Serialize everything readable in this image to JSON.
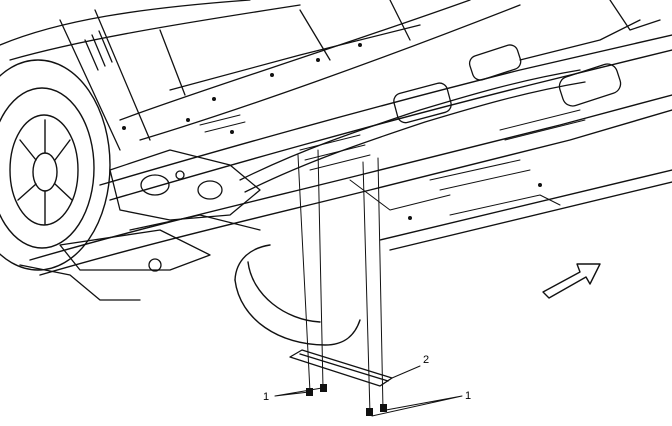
{
  "callouts": [
    {
      "id": "fastener",
      "text": "1"
    },
    {
      "id": "shield",
      "text": "2"
    },
    {
      "id": "fastener-right",
      "text": "1"
    }
  ],
  "icons": {
    "direction_arrow": "arrow-upper-right-icon"
  },
  "colors": {
    "ink": "#111111",
    "background": "#ffffff"
  }
}
